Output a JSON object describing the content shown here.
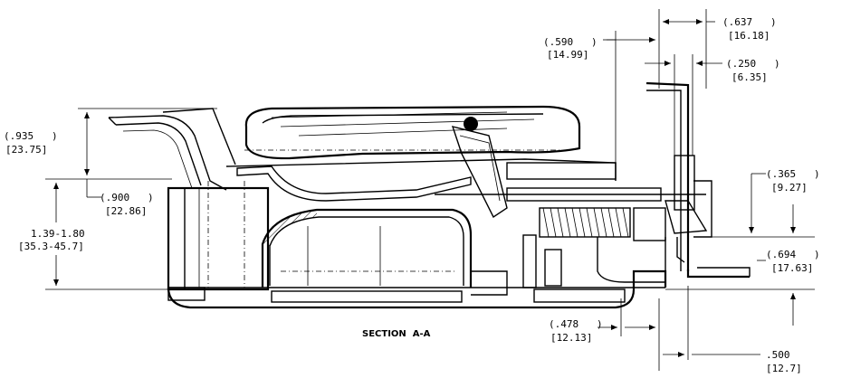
{
  "caption": "SECTION  A-A",
  "dimensions": {
    "d_637": {
      "imperial": "(.637   )",
      "metric": "[16.18]"
    },
    "d_590": {
      "imperial": "(.590   )",
      "metric": "[14.99]"
    },
    "d_250": {
      "imperial": "(.250   )",
      "metric": "[6.35]"
    },
    "d_935": {
      "imperial": "(.935   )",
      "metric": "[23.75]"
    },
    "d_900": {
      "imperial": "(.900   )",
      "metric": "[22.86]"
    },
    "d_139": {
      "imperial": "1.39-1.80",
      "metric": "[35.3-45.7]"
    },
    "d_365": {
      "imperial": "(.365   )",
      "metric": "[9.27]"
    },
    "d_694": {
      "imperial": "(.694   )",
      "metric": "[17.63]"
    },
    "d_478": {
      "imperial": "(.478   )",
      "metric": "[12.13]"
    },
    "d_500": {
      "imperial": ".500",
      "metric": "[12.7]"
    }
  }
}
